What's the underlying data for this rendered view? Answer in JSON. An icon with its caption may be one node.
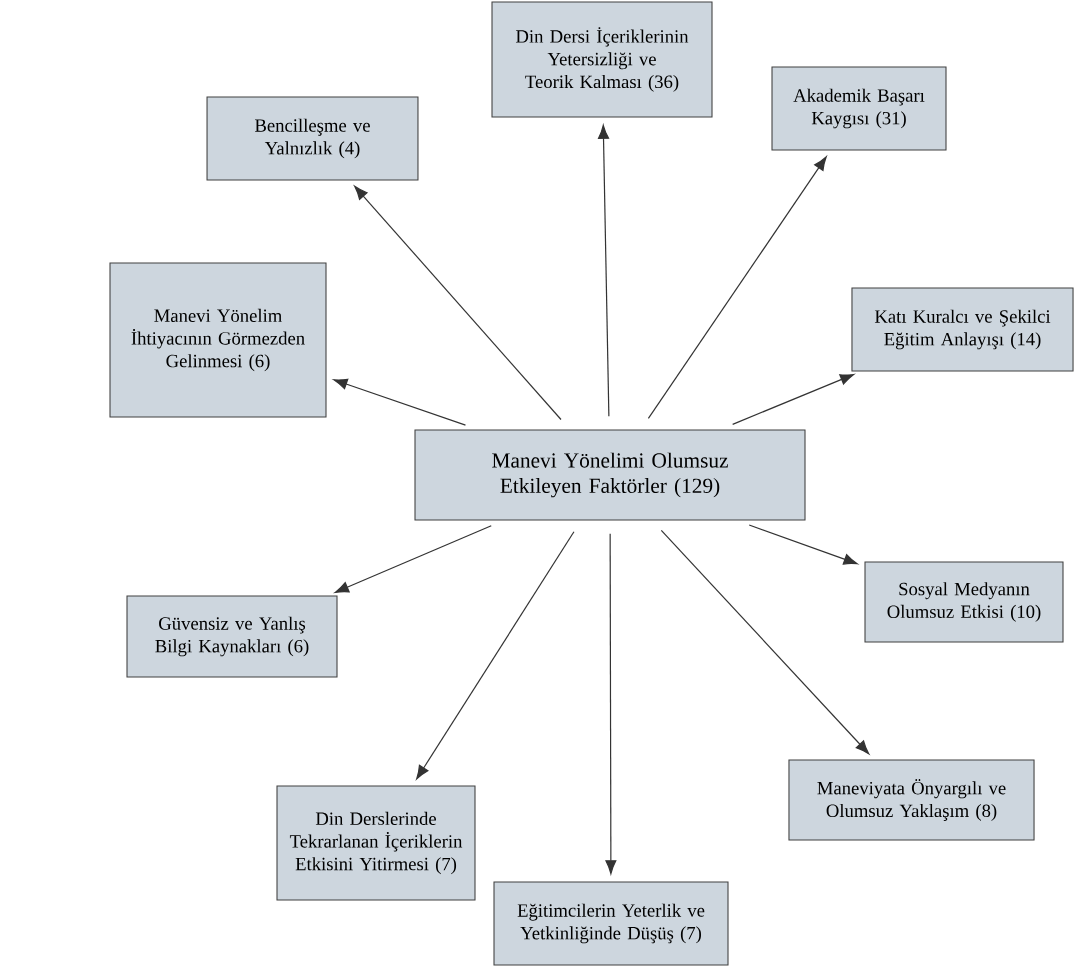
{
  "diagram": {
    "nodes": [
      {
        "text": [
          "Din Dersi İçeriklerinin Yetersizliği ve Teorik Kalması (36)"
        ]
      },
      {
        "text": [
          "Akademik Başarı Kaygısı (31)"
        ]
      },
      {
        "text": [
          "Bencilleşme ve Yalnızlık (4)"
        ]
      },
      {
        "text": [
          "Manevi Yönelim İhtiyacının Görmezden Gelinmesi (6)"
        ]
      },
      {
        "text": [
          "Katı Kuralcı ve Şekilci Eğitim Anlayışı (14)"
        ]
      },
      {
        "text": [
          "Manevi Yönelimi Olumsuz Etkileyen Faktörler (129)"
        ]
      },
      {
        "text": [
          "Sosyal Medyanın Olumsuz Etkisi (10)"
        ]
      },
      {
        "text": [
          "Güvensiz ve Yanlış Bilgi Kaynakları (6)"
        ]
      },
      {
        "text": [
          "Maneviyata Önyargılı ve Olumsuz Yaklaşım (8)"
        ]
      },
      {
        "text": [
          "Din Derslerinde Tekrarlanan İçeriklerin Etkisini Yitirmesi (7)"
        ]
      },
      {
        "text": [
          "Eğitimcilerin Yeterlik ve Yetkinliğinde Düşüş (7)"
        ]
      }
    ],
    "edges": [
      {
        "from": 5,
        "to": 0,
        "arrow": "to"
      },
      {
        "from": 5,
        "to": 1,
        "arrow": "to"
      },
      {
        "from": 5,
        "to": 2,
        "arrow": "to"
      },
      {
        "from": 5,
        "to": 3,
        "arrow": "to"
      },
      {
        "from": 5,
        "to": 4,
        "arrow": "to"
      },
      {
        "from": 5,
        "to": 6,
        "arrow": "to"
      },
      {
        "from": 5,
        "to": 7,
        "arrow": "to"
      },
      {
        "from": 5,
        "to": 8,
        "arrow": "to"
      },
      {
        "from": 5,
        "to": 9,
        "arrow": "to"
      },
      {
        "from": 5,
        "to": 10,
        "arrow": "to"
      }
    ]
  }
}
